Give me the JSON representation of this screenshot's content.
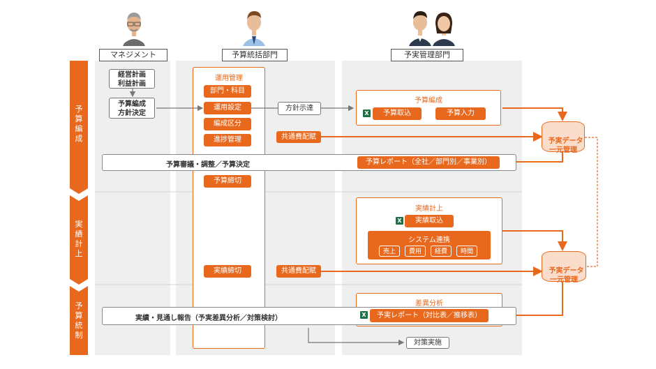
{
  "lanes": {
    "management": "マネジメント",
    "budget_dept": "予算統括部門",
    "actual_dept": "予実管理部門"
  },
  "phases": {
    "p1": "予\n算\n編\n成",
    "p2": "実\n績\n計\n上",
    "p3": "予\n算\n統\n制"
  },
  "management": {
    "plan": "経営計画\n利益計画",
    "policy": "予算編成\n方針決定"
  },
  "ops": {
    "title": "運用管理",
    "items": [
      "部門・科目",
      "運用設定",
      "編成区分",
      "進捗管理"
    ],
    "close_budget": "予算締切",
    "close_actual": "実績締切"
  },
  "flow": {
    "policy_notice": "方針示達",
    "common_cost_1": "共通費配賦",
    "common_cost_2": "共通費配賦",
    "countermeasure": "対策実施"
  },
  "budget_comp": {
    "title": "予算編成",
    "import": "予算取込",
    "input": "予算入力"
  },
  "bars": {
    "review": "予算審議・調整／予算決定",
    "report_all": "予算レポート（全社／部門別／事業別）",
    "actual_report": "実績・見通し報告（予実差異分析／対策検討）"
  },
  "actual_rec": {
    "title": "実績計上",
    "import": "実績取込",
    "sys_title": "システム連携",
    "sys_items": [
      "売上",
      "費用",
      "経費",
      "時間"
    ]
  },
  "variance": {
    "title": "差異分析",
    "report": "予実レポート（対比表／推移表）"
  },
  "db": {
    "label1": "予実データ\n一元管理",
    "label2": "予実データ\n一元管理"
  },
  "icons": {
    "excel": "X"
  }
}
